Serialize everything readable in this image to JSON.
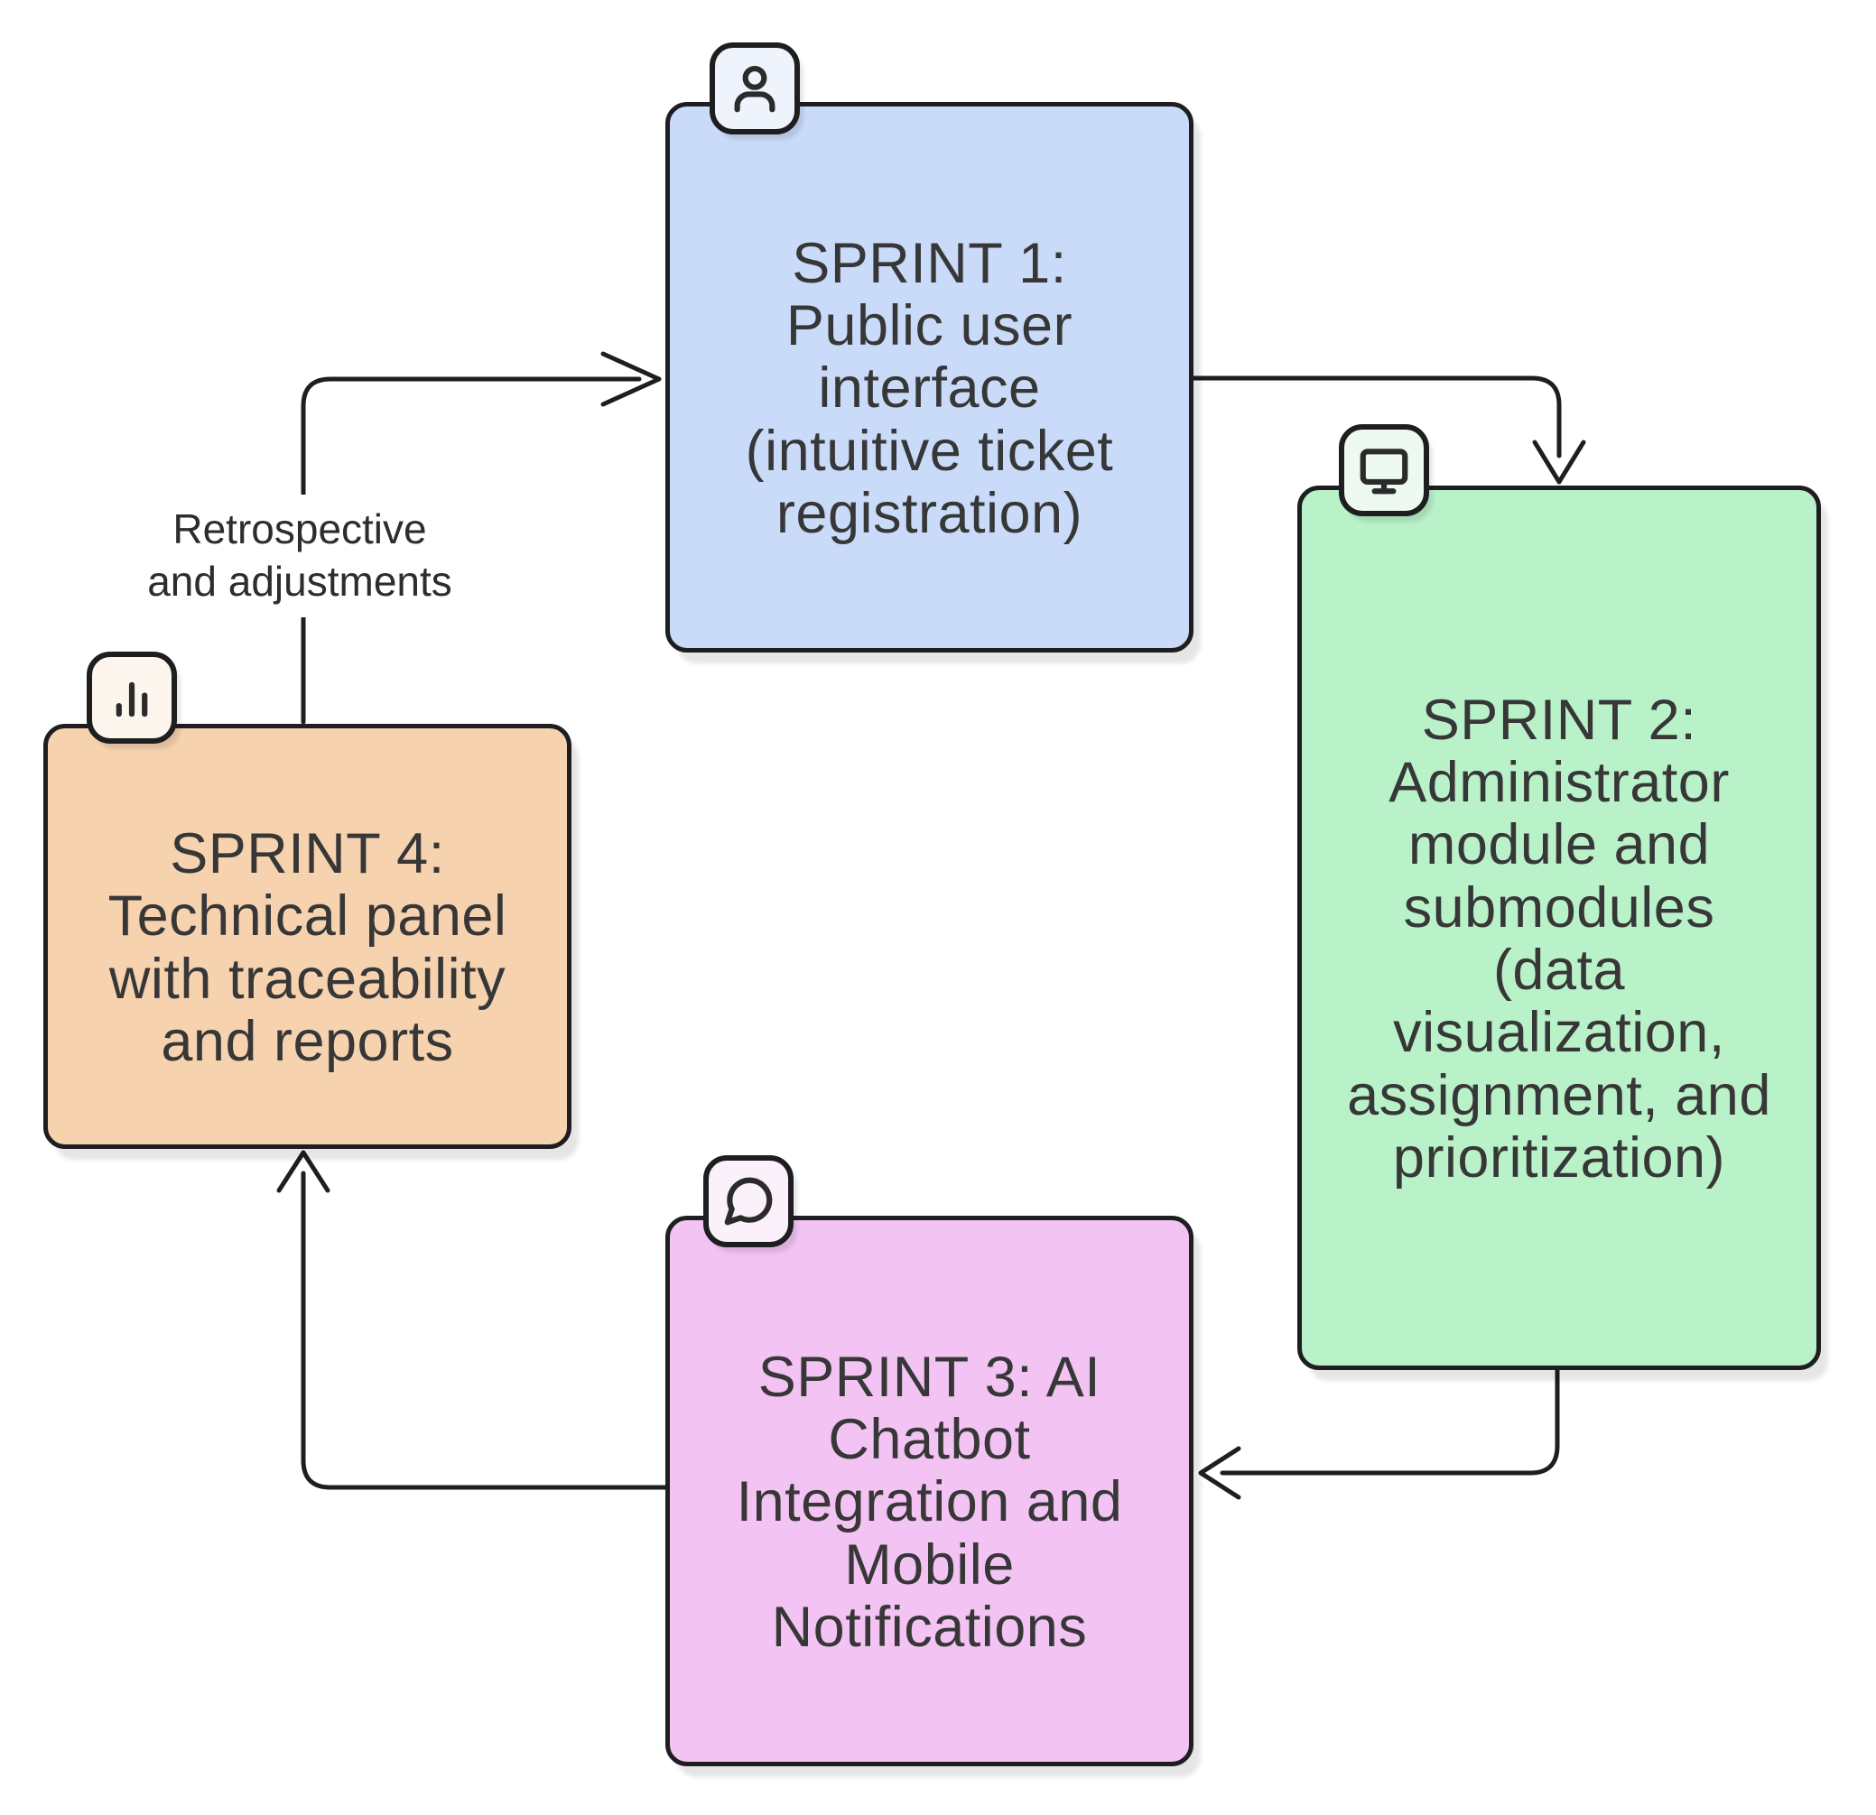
{
  "diagram": {
    "edge_label": {
      "text": "Retrospective\nand adjustments"
    },
    "nodes": [
      {
        "id": "sprint-1",
        "icon": "user-icon",
        "text": "SPRINT 1:\nPublic user\ninterface\n(intuitive ticket\nregistration)",
        "fill": "#c9dbf9",
        "badge_fill": "#eef3fc"
      },
      {
        "id": "sprint-2",
        "icon": "monitor-icon",
        "text": "SPRINT 2:\nAdministrator\nmodule and\nsubmodules\n(data\nvisualization,\nassignment, and\nprioritization)",
        "fill": "#b9f1c9",
        "badge_fill": "#eefaf1"
      },
      {
        "id": "sprint-3",
        "icon": "chat-bubble-icon",
        "text": "SPRINT 3: AI\nChatbot\nIntegration and\nMobile\nNotifications",
        "fill": "#f3c3f4",
        "badge_fill": "#fbf1fb"
      },
      {
        "id": "sprint-4",
        "icon": "bar-chart-icon",
        "text": "SPRINT 4:\nTechnical panel\nwith traceability\nand reports",
        "fill": "#f6d2af",
        "badge_fill": "#fcf6ee"
      }
    ],
    "colors": {
      "stroke": "#1e1e21",
      "text": "#373737"
    }
  }
}
